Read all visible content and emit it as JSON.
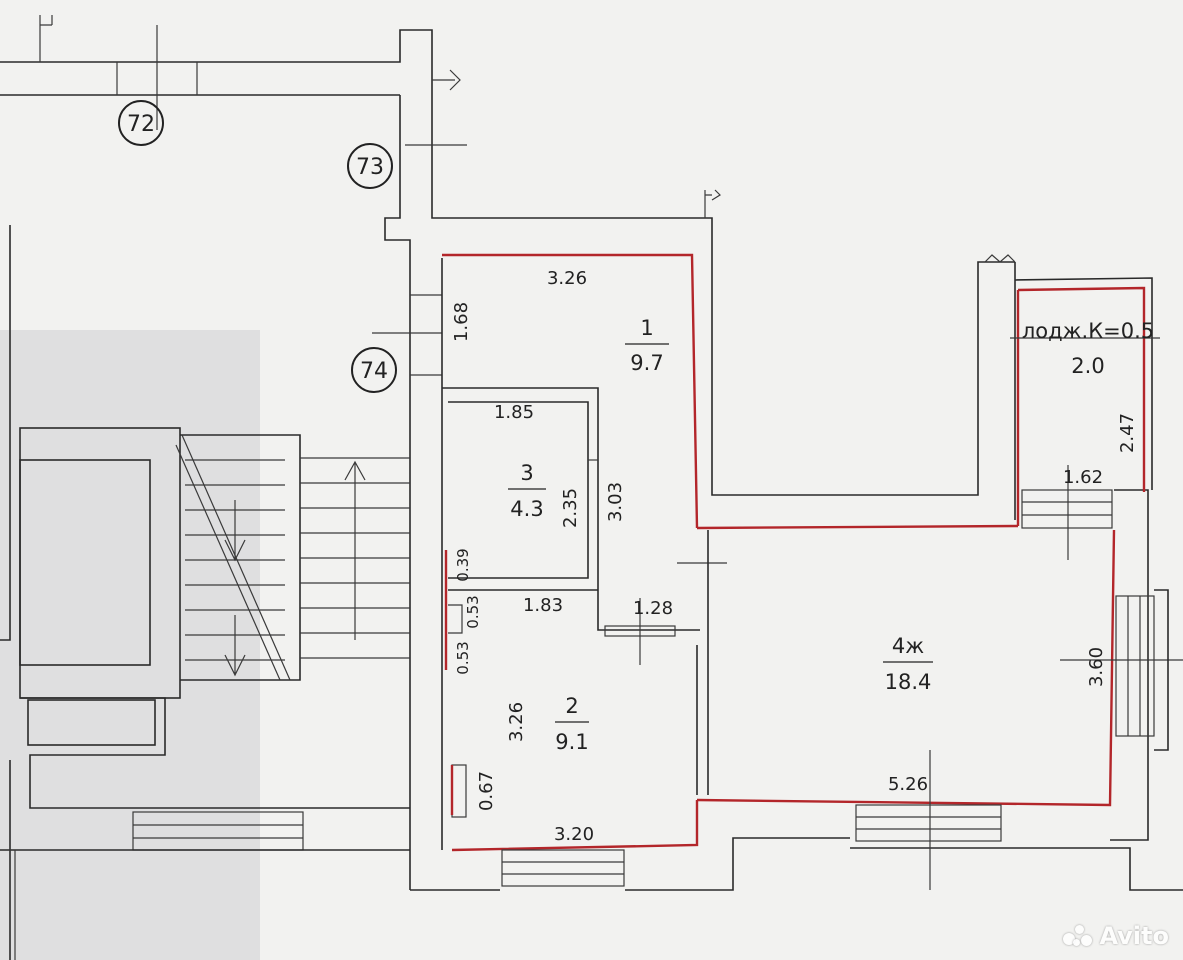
{
  "axes": [
    "72",
    "73",
    "74"
  ],
  "rooms": [
    {
      "id": "room-1",
      "number": "1",
      "area": "9.7"
    },
    {
      "id": "room-2",
      "number": "2",
      "area": "9.1"
    },
    {
      "id": "room-3",
      "number": "3",
      "area": "4.3"
    },
    {
      "id": "room-4",
      "number": "4ж",
      "area": "18.4"
    },
    {
      "id": "loggia",
      "number": "лодж.К=0.5",
      "area": "2.0"
    }
  ],
  "dimensions": {
    "room1_top": "3.26",
    "room1_left": "1.68",
    "room1_right": "3.03",
    "room3_top": "1.85",
    "room3_right": "2.35",
    "room3_bottom": "1.83",
    "door_left": "0.39",
    "gap_a": "0.53",
    "gap_b": "0.53",
    "room2_left": "3.26",
    "room2_window": "0.67",
    "room2_bottom": "3.20",
    "door_bath": "1.28",
    "loggia_right": "2.47",
    "loggia_bottom": "1.62",
    "room4_right": "3.60",
    "room4_bottom": "5.26"
  },
  "watermark": {
    "text": "Avito"
  }
}
